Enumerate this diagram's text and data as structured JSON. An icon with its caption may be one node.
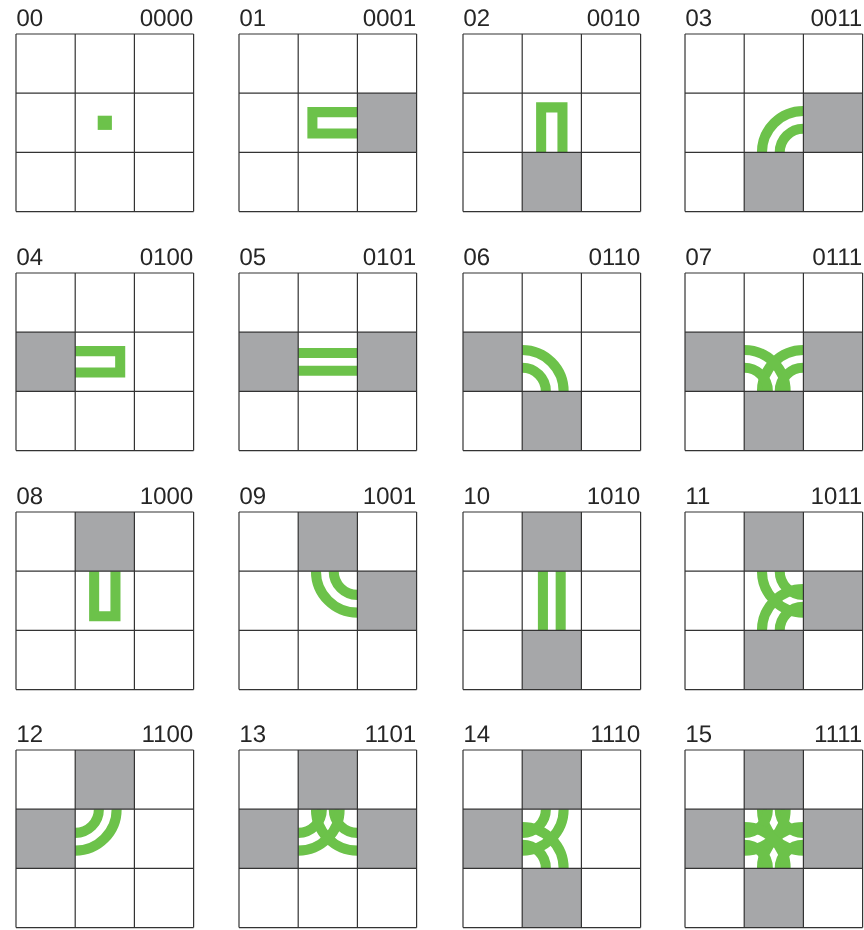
{
  "diagram": {
    "labels": [
      "00",
      "0000",
      "01",
      "0001",
      "02",
      "0010",
      "03",
      "0011",
      "04",
      "0100",
      "05",
      "0101",
      "06",
      "0110",
      "07",
      "0111",
      "08",
      "1000",
      "09",
      "1001",
      "10",
      "1010",
      "11",
      "1011",
      "12",
      "1100",
      "13",
      "1101",
      "14",
      "1110",
      "15",
      "1111"
    ]
  }
}
